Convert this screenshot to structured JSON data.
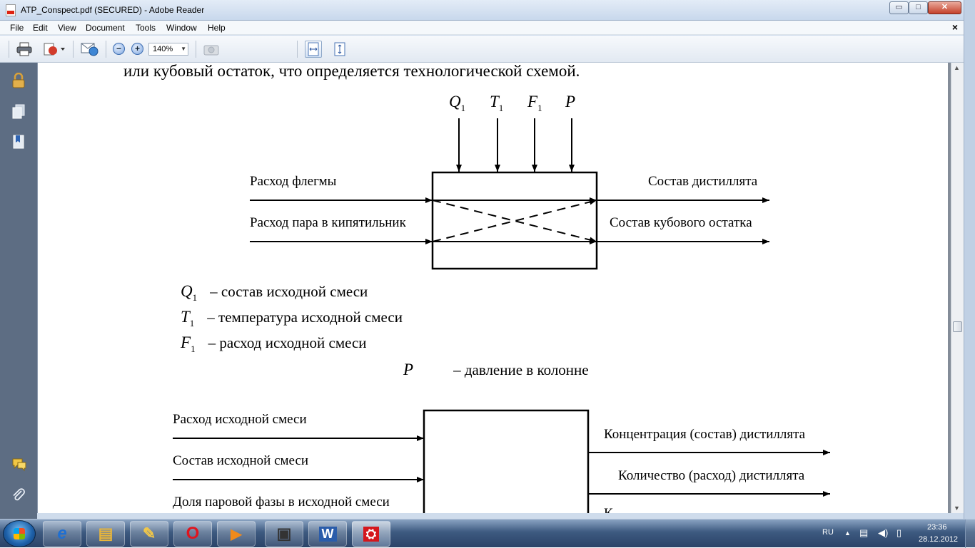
{
  "window": {
    "title": "ATP_Conspect.pdf (SECURED) - Adobe Reader",
    "minimize_glyph": "▭",
    "maximize_glyph": "□",
    "close_glyph": "✕"
  },
  "menu": {
    "items": [
      "File",
      "Edit",
      "View",
      "Document",
      "Tools",
      "Window",
      "Help"
    ],
    "close_doc": "×"
  },
  "toolbar": {
    "zoom_value": "140%",
    "icons": [
      "print-icon",
      "create-pdf-icon",
      "collaborate-icon",
      "zoom-out-icon",
      "zoom-in-icon",
      "snapshot-icon",
      "fit-width-icon",
      "fit-page-icon"
    ]
  },
  "document": {
    "top_line": "или кубовый остаток, что определяется технологической схемой.",
    "diagram1": {
      "inputs_top": [
        {
          "sym": "Q",
          "sub": "1"
        },
        {
          "sym": "T",
          "sub": "1"
        },
        {
          "sym": "F",
          "sub": "1"
        },
        {
          "sym": "P",
          "sub": ""
        }
      ],
      "left_inputs": [
        "Расход флегмы",
        "Расход пара в кипятильник"
      ],
      "right_outputs": [
        "Состав дистиллята",
        "Состав кубового остатка"
      ]
    },
    "legend": [
      {
        "sym": "Q",
        "sub": "1",
        "text": "– состав исходной смеси"
      },
      {
        "sym": "T",
        "sub": "1",
        "text": "– температура исходной смеси"
      },
      {
        "sym": "F",
        "sub": "1",
        "text": "– расход исходной смеси"
      },
      {
        "sym": "P",
        "sub": "",
        "text": "– давление в колонне"
      }
    ],
    "diagram2": {
      "left_inputs": [
        "Расход исходной смеси",
        "Состав исходной смеси",
        "Доля паровой фазы в исходной смеси"
      ],
      "right_outputs": [
        "Концентрация (состав) дистиллята",
        "Количество (расход) дистиллята",
        "К"
      ]
    }
  },
  "taskbar": {
    "apps": [
      {
        "name": "ie",
        "glyph": "e",
        "color": "#1f6fd1"
      },
      {
        "name": "explorer",
        "glyph": "▤",
        "color": "#e7b53c"
      },
      {
        "name": "tool",
        "glyph": "✎",
        "color": "#f3c847"
      },
      {
        "name": "opera",
        "glyph": "O",
        "color": "#e0141e"
      },
      {
        "name": "media",
        "glyph": "▶",
        "color": "#f08a1c"
      },
      {
        "name": "scanner",
        "glyph": "▣",
        "color": "#333"
      },
      {
        "name": "word",
        "glyph": "W",
        "color": "#2a5caa"
      },
      {
        "name": "acrobat",
        "glyph": "⛭",
        "color": "#d4161c"
      }
    ],
    "language": "RU",
    "time": "23:36",
    "date": "28.12.2012"
  }
}
